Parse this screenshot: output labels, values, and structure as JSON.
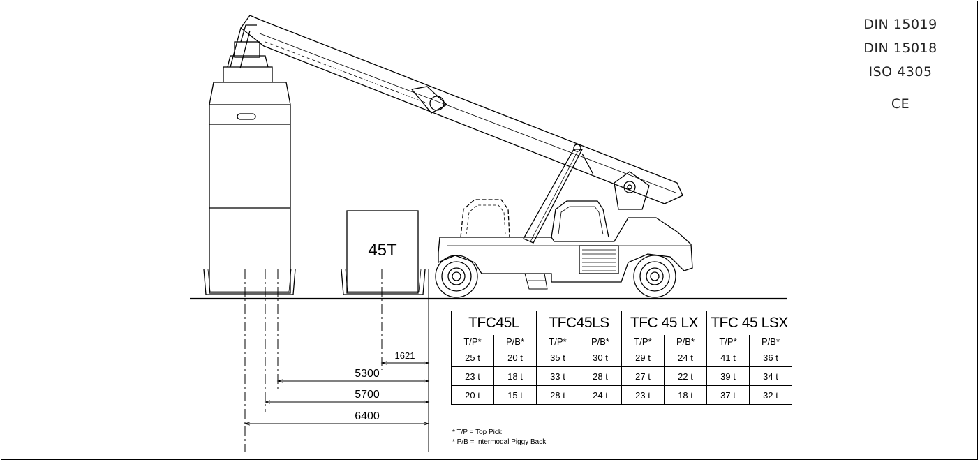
{
  "standards": [
    "DIN 15019",
    "DIN 15018",
    "ISO 4305",
    "CE"
  ],
  "load_label": "45T",
  "dimensions": {
    "offset": "1621",
    "reach_1": "5300",
    "reach_2": "5700",
    "reach_3": "6400"
  },
  "capacity_table": {
    "models": [
      "TFC45L",
      "TFC45LS",
      "TFC 45 LX",
      "TFC 45 LSX"
    ],
    "sub_headers": [
      "T/P*",
      "P/B*"
    ],
    "rows": [
      [
        "25 t",
        "20 t",
        "35 t",
        "30 t",
        "29 t",
        "24 t",
        "41 t",
        "36 t"
      ],
      [
        "23 t",
        "18 t",
        "33 t",
        "28 t",
        "27 t",
        "22 t",
        "39 t",
        "34 t"
      ],
      [
        "20 t",
        "15 t",
        "28 t",
        "24 t",
        "23 t",
        "18 t",
        "37 t",
        "32 t"
      ]
    ]
  },
  "notes": [
    "* T/P = Top Pick",
    "* P/B = Intermodal Piggy Back"
  ]
}
